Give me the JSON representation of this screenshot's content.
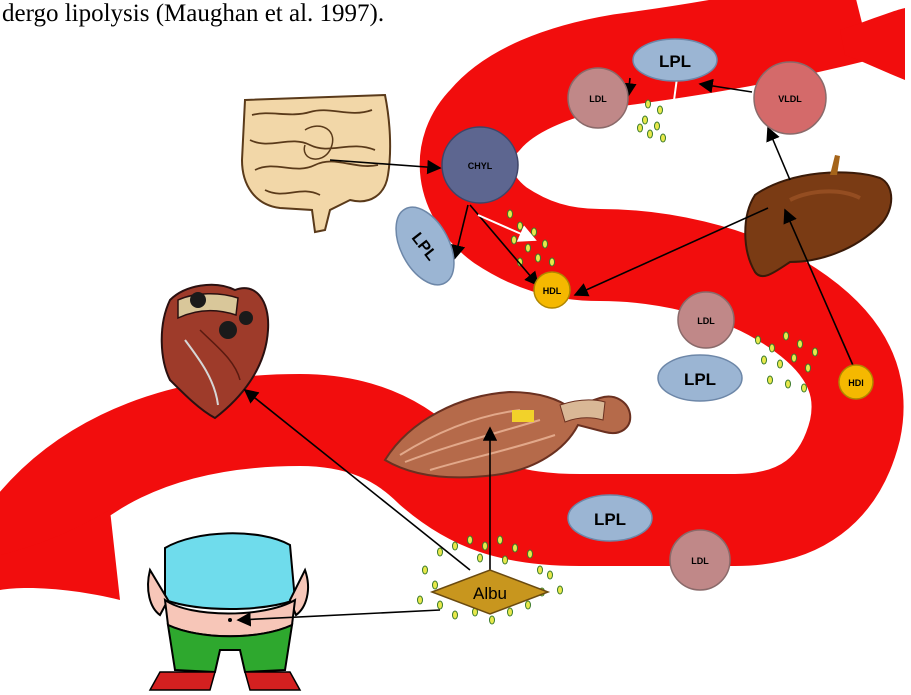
{
  "caption": "dergo lipolysis (Maughan et al. 1997).",
  "labels": {
    "lpl": "LPL",
    "ldl": "LDL",
    "vldl": "VLDL",
    "chyl": "CHYL",
    "hdl": "HDL",
    "hdl_small": "HDl",
    "albu": "Albu"
  },
  "colors": {
    "vessel": "#f20d0d",
    "lpl_fill": "#9bb5d3",
    "ldl_fill": "#c08888",
    "vldl_fill": "#d46a6a",
    "chyl_fill": "#5d6690",
    "hdl_fill": "#f5b800",
    "albu_fill": "#c8961e",
    "fatty_acid_dot": "#e8e84a"
  },
  "icons": [
    "intestine-icon",
    "heart-icon",
    "liver-icon",
    "muscle-icon",
    "person-belly-icon"
  ]
}
